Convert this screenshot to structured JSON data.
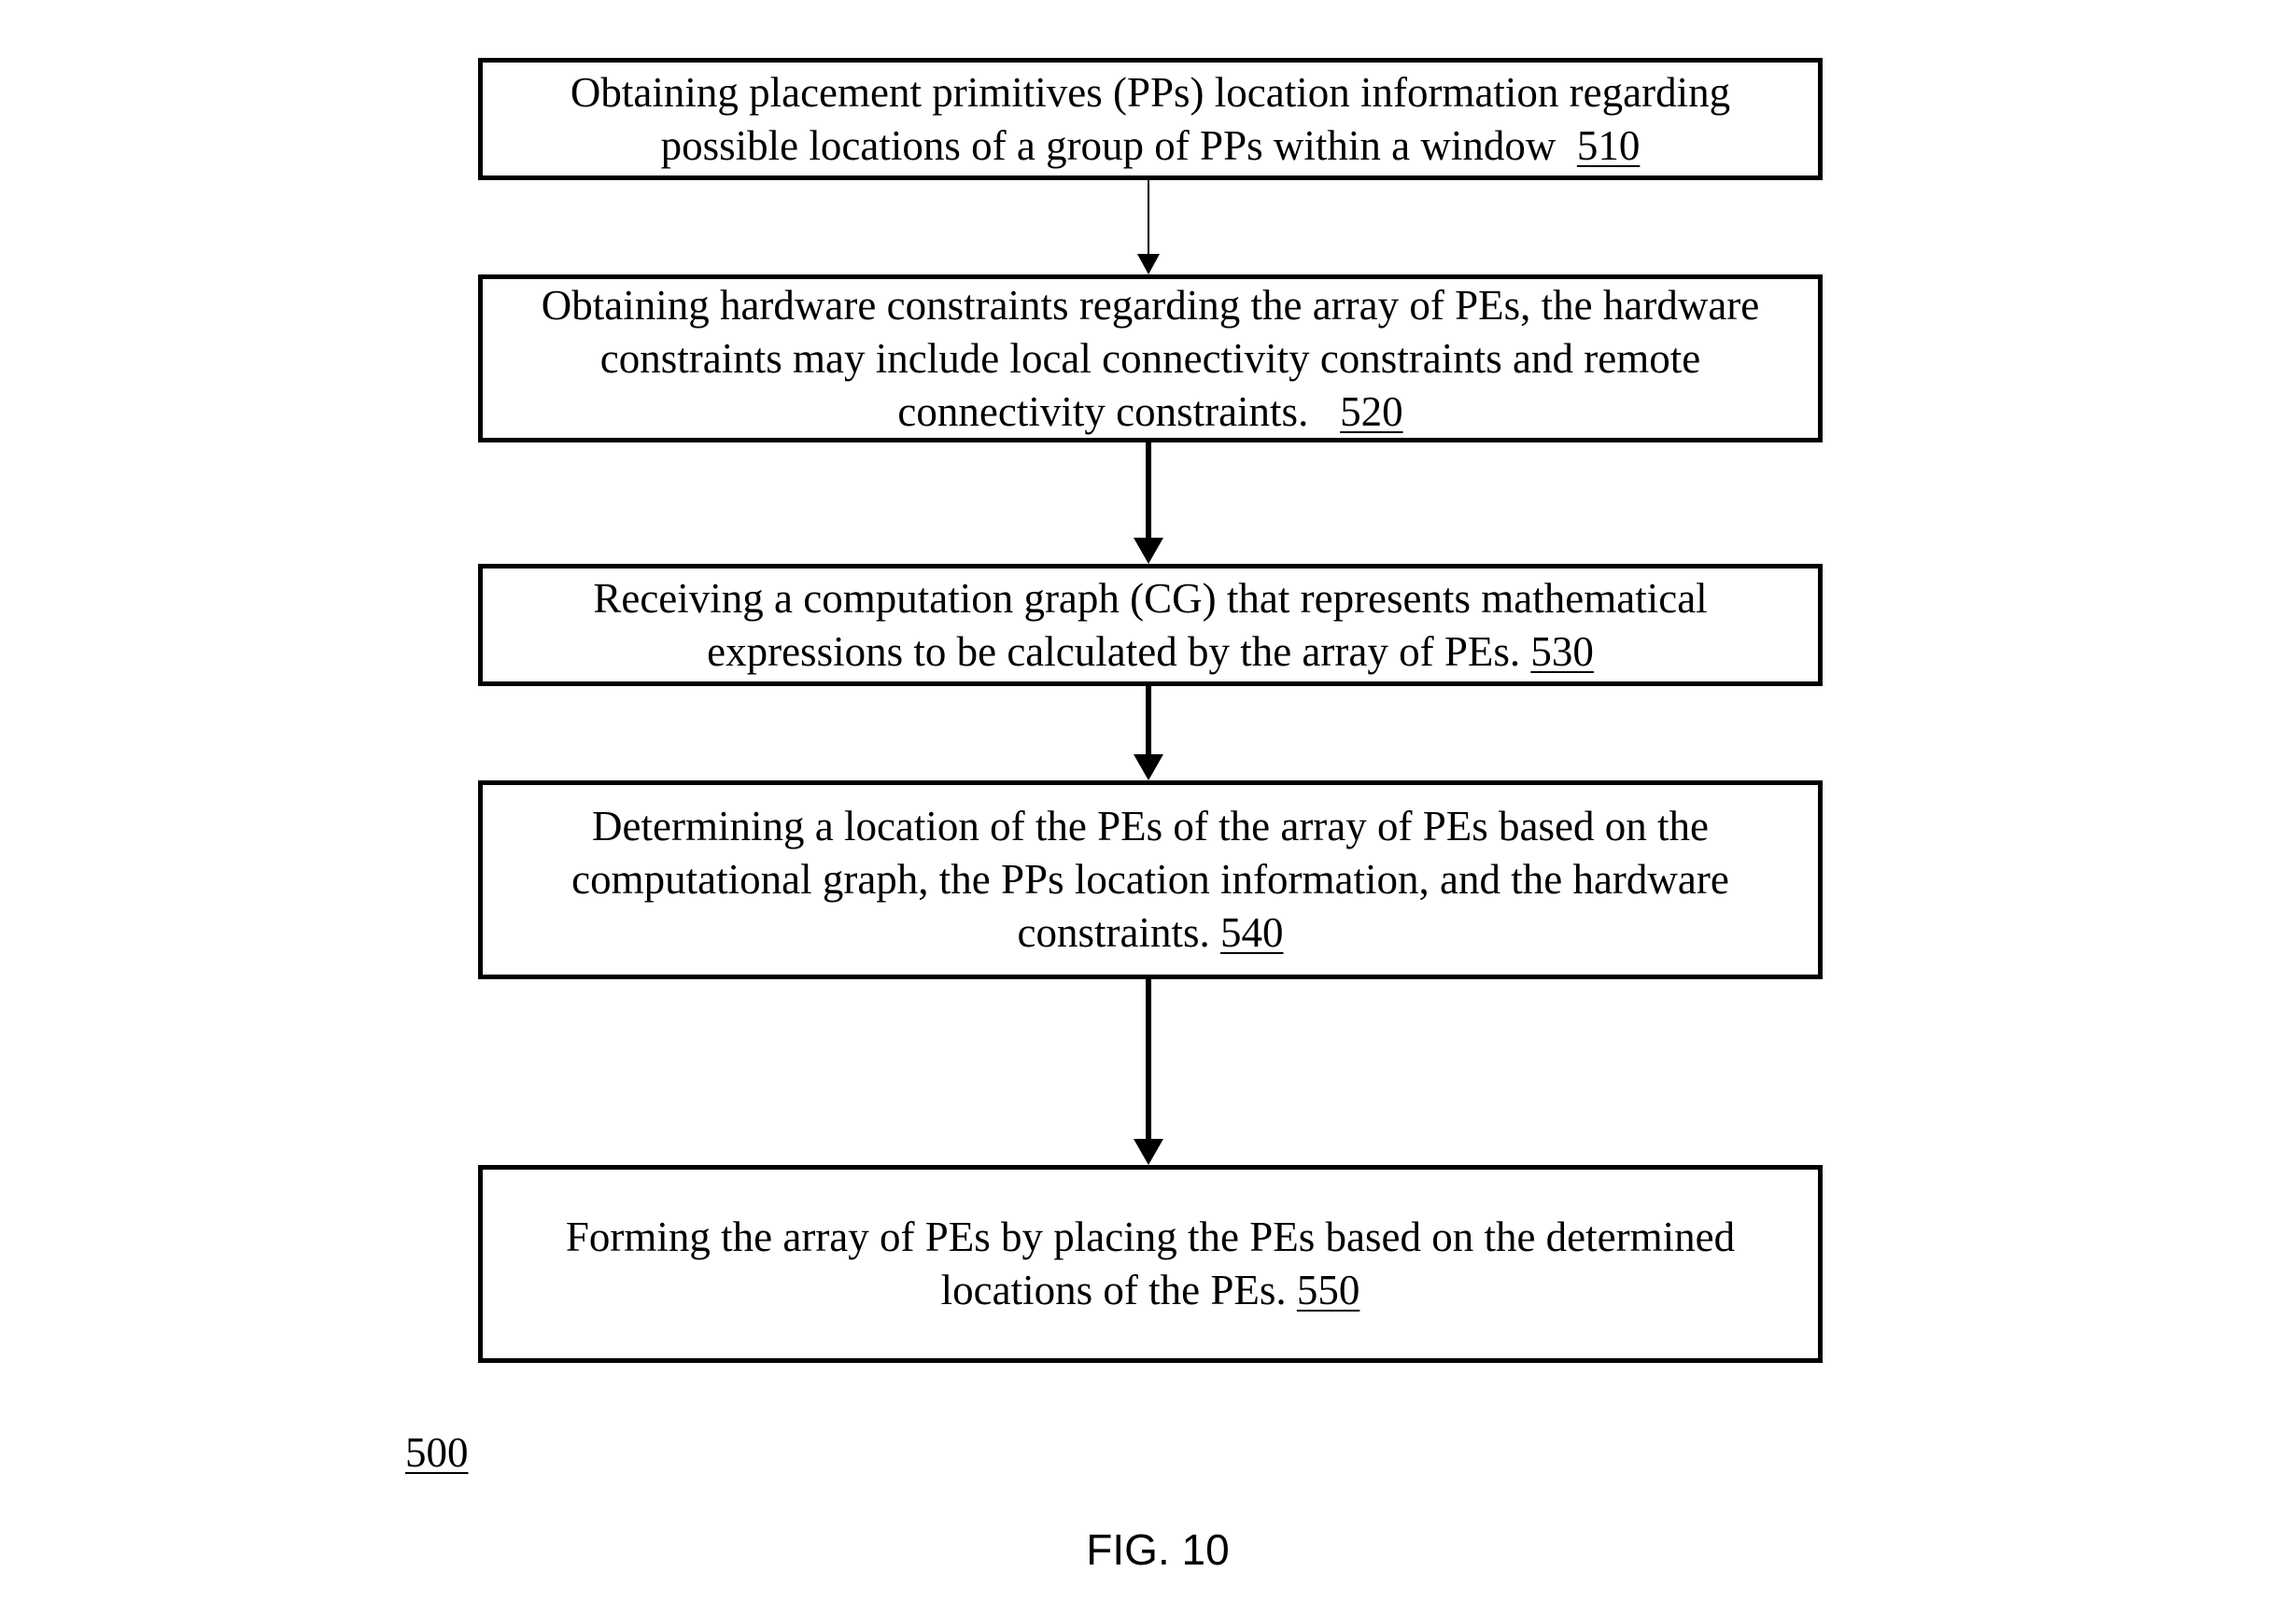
{
  "steps": [
    {
      "text": "Obtaining placement primitives (PPs) location information regarding possible locations of a group of PPs within a window",
      "ref": "510"
    },
    {
      "text": "Obtaining hardware constraints regarding the array of PEs, the hardware constraints may include local connectivity constraints and remote connectivity constraints.",
      "ref": "520"
    },
    {
      "text": "Receiving a computation graph (CG) that represents mathematical expressions to be calculated by the array of PEs.",
      "ref": "530"
    },
    {
      "text": "Determining a location of the PEs of the array of PEs based on the computational graph, the PPs location information, and the hardware constraints.",
      "ref": "540"
    },
    {
      "text": "Forming the array of PEs by placing the PEs based on the determined locations of the PEs.",
      "ref": "550"
    }
  ],
  "figure": {
    "ref": "500",
    "caption": "FIG. 10"
  },
  "colors": {
    "stroke": "#000000",
    "background": "#ffffff"
  }
}
